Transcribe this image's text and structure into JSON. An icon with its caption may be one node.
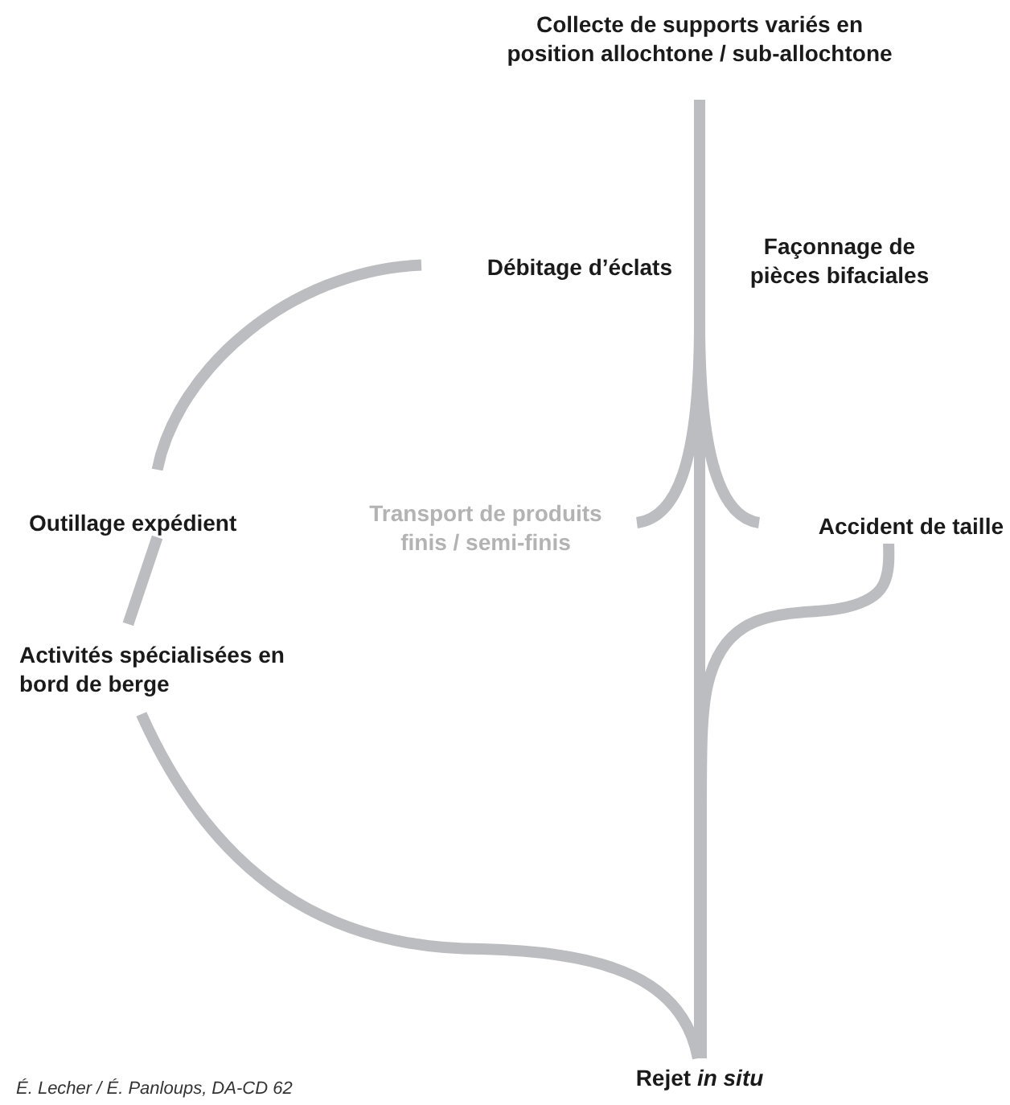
{
  "diagram": {
    "nodes": [
      {
        "text": [
          "Collecte de supports variés en position allochtone / sub-allochtone"
        ]
      },
      {
        "text": [
          "Débitage d’éclats"
        ]
      },
      {
        "text": [
          "Façonnage de pièces bifaciales"
        ]
      },
      {
        "text": [
          "Outillage expédient"
        ]
      },
      {
        "text": [
          "Transport de produits finis / semi-finis"
        ]
      },
      {
        "text": [
          "Accident de taille"
        ]
      },
      {
        "text": [
          "Activités spécialisées en bord de berge"
        ]
      },
      {
        "text": [
          "Rejet *in situ*"
        ]
      }
    ],
    "edges": [
      {
        "from": 0,
        "to": 7,
        "arrow": "none"
      },
      {
        "from": 0,
        "to": 4,
        "arrow": "none"
      },
      {
        "from": 0,
        "to": 5,
        "arrow": "none"
      },
      {
        "from": 1,
        "to": 3,
        "arrow": "none"
      },
      {
        "from": 3,
        "to": 6,
        "arrow": "none"
      },
      {
        "from": 6,
        "to": 7,
        "arrow": "none"
      },
      {
        "from": 5,
        "to": 7,
        "arrow": "none"
      }
    ],
    "labels": [
      "É. Lecher / É. Panloups, DA-CD 62"
    ]
  }
}
